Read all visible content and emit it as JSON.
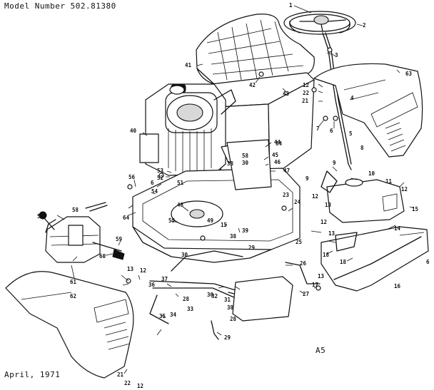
{
  "header": {
    "model": "Model Number 502.81380"
  },
  "footer": {
    "date": "April, 1971",
    "page_code": "A5"
  },
  "parts": {
    "p1": "1",
    "p2": "2",
    "p3": "3",
    "p4": "4",
    "p5": "5",
    "p6": "6",
    "p6b": "6",
    "p6c": "6",
    "p7": "7",
    "p8": "8",
    "p9": "9",
    "p9b": "9",
    "p10": "10",
    "p11": "11",
    "p12a": "12",
    "p12b": "12",
    "p12c": "12",
    "p12d": "12",
    "p12e": "12",
    "p12f": "12",
    "p13a": "13",
    "p13b": "13",
    "p13c": "13",
    "p13d": "13",
    "p14": "14",
    "p15": "15",
    "p15b": "15",
    "p16": "16",
    "p17": "17",
    "p18": "18",
    "p18b": "18",
    "p21": "21",
    "p21b": "21",
    "p22": "22",
    "p22b": "22",
    "p23": "23",
    "p24": "24",
    "p25": "25",
    "p26": "26",
    "p27": "27",
    "p28": "28",
    "p28b": "28",
    "p29": "29",
    "p29b": "29",
    "p30": "30",
    "p30b": "30",
    "p30c": "30",
    "p31": "31",
    "p32": "32",
    "p33": "33",
    "p34": "34",
    "p35": "35",
    "p36": "36",
    "p37": "37",
    "p38": "38",
    "p38b": "38",
    "p38c": "38",
    "p39": "39",
    "p40": "40",
    "p41": "41",
    "p42": "42",
    "p43": "43",
    "p44": "44",
    "p45": "45",
    "p46": "46",
    "p47": "47",
    "p48": "48",
    "p49": "49",
    "p51": "51",
    "p52": "52",
    "p53": "53",
    "p54": "54",
    "p55": "55",
    "p56": "56",
    "p57": "57",
    "p58": "58",
    "p58b": "58",
    "p59": "59",
    "p60": "60",
    "p61": "61",
    "p62": "62",
    "p63": "63",
    "p64": "64",
    "p64b": "64"
  }
}
